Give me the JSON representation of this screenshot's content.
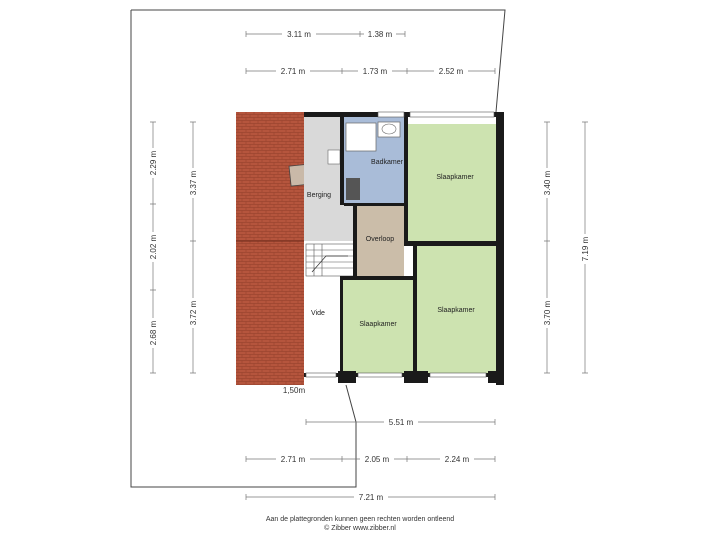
{
  "rooms": {
    "berging": "Berging",
    "badkamer": "Badkamer",
    "overloop": "Overloop",
    "slaapkamer_ne": "Slaapkamer",
    "slaapkamer_se": "Slaapkamer",
    "slaapkamer_s": "Slaapkamer",
    "vide": "Vide"
  },
  "dimensions": {
    "top_row1": [
      "3.11 m",
      "1.38 m"
    ],
    "top_row2": [
      "2.71 m",
      "1.73 m",
      "2.52 m"
    ],
    "left_outer": [
      "2.29 m",
      "2.02 m",
      "2.68 m"
    ],
    "left_inner": [
      "3.37 m",
      "3.72 m"
    ],
    "right_inner": [
      "3.40 m",
      "3.70 m"
    ],
    "right_outer": [
      "7.19 m"
    ],
    "bottom_width": "5.51 m",
    "bottom_row1": [
      "2.71 m",
      "2.05 m",
      "2.24 m"
    ],
    "bottom_total": "7.21 m",
    "small_label": "1,50m"
  },
  "footer": {
    "line1": "Aan de plattegronden kunnen geen rechten worden ontleend",
    "line2": "© Zibber www.zibber.nl"
  },
  "colors": {
    "bedroom": "#cde3b0",
    "bathroom": "#a9bcd8",
    "landing": "#cbbda9",
    "storage": "#d9d9d9",
    "roof": "#b5553d",
    "wall": "#1a1a1a"
  }
}
